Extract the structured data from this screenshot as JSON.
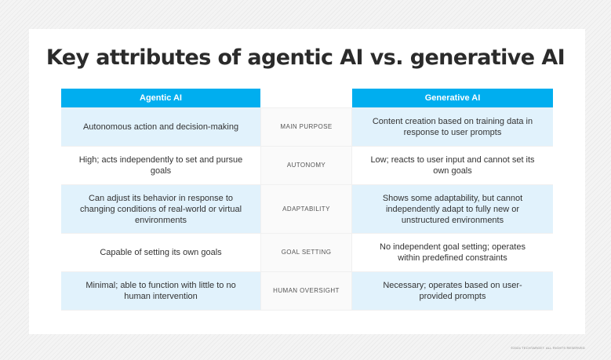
{
  "title": "Key attributes of agentic AI vs. generative AI",
  "columns": {
    "left": "Agentic AI",
    "middle": "",
    "right": "Generative AI"
  },
  "rows": [
    {
      "attribute": "MAIN PURPOSE",
      "agentic": "Autonomous action and decision-making",
      "generative": "Content creation based on training data in response to user prompts"
    },
    {
      "attribute": "AUTONOMY",
      "agentic": "High; acts independently to set and pursue goals",
      "generative": "Low; reacts to user input and cannot set its own goals"
    },
    {
      "attribute": "ADAPTABILITY",
      "agentic": "Can adjust its behavior in response to changing conditions of real-world or virtual environments",
      "generative": "Shows some adaptability, but cannot independently adapt to fully new or unstructured environments"
    },
    {
      "attribute": "GOAL SETTING",
      "agentic": "Capable of setting its own goals",
      "generative": "No independent goal setting; operates within predefined constraints"
    },
    {
      "attribute": "HUMAN OVERSIGHT",
      "agentic": "Minimal; able to function with little to no human intervention",
      "generative": "Necessary; operates based on user-provided prompts"
    }
  ],
  "copyright": "©2024 TECHTARGET. ALL RIGHTS RESERVED",
  "colors": {
    "header": "#00aeef",
    "row_alt": "#e1f2fc"
  }
}
